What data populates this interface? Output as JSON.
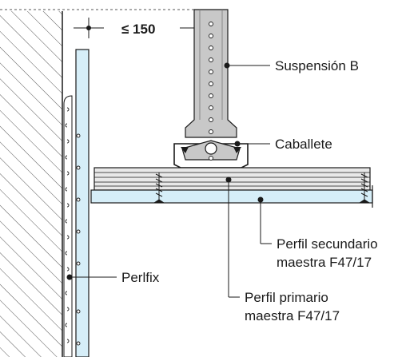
{
  "diagram": {
    "dimension": "≤ 150",
    "labels": {
      "suspension": "Suspensión B",
      "caballete": "Caballete",
      "secundario_line1": "Perfil secundario",
      "secundario_line2": "maestra F47/17",
      "perlfix": "Perlfix",
      "primario_line1": "Perfil primario",
      "primario_line2": "maestra F47/17"
    },
    "colors": {
      "board": "#d6eef8",
      "metal": "#c8c8c8",
      "line": "#1a1a1a"
    }
  }
}
